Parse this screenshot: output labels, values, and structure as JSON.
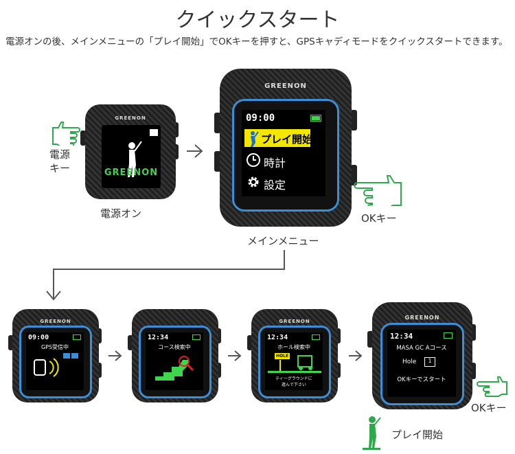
{
  "title": "クイックスタート",
  "intro": "電源オンの後、メインメニューの「プレイ開始」でOKキーを押すと、GPSキャディモードをクイックスタートできます。",
  "brand": "GREENON",
  "step_power": {
    "key_label_line1": "電源",
    "key_label_line2": "キー",
    "caption": "電源オン",
    "logo": "GREENON"
  },
  "step_menu": {
    "time": "09:00",
    "items": [
      {
        "label": "プレイ開始",
        "icon": "golfer-icon"
      },
      {
        "label": "時計",
        "icon": "clock-icon"
      },
      {
        "label": "設定",
        "icon": "gear-icon"
      }
    ],
    "caption": "メインメニュー",
    "ok_label": "OKキー"
  },
  "step_gps": {
    "time": "09:00",
    "status": "GPS受信中"
  },
  "step_course": {
    "time": "12:34",
    "status": "コース検索中"
  },
  "step_hole": {
    "time": "12:34",
    "status": "ホール検索中",
    "sign": "HOLE",
    "msg_line1": "ティーグラウンドに",
    "msg_line2": "進んで下さい"
  },
  "step_start": {
    "time": "12:34",
    "course": "MASA GC Aコース",
    "hole_label": "Hole",
    "hole_value": "1",
    "prompt": "OKキーでスタート",
    "ok_label": "OKキー",
    "play_label": "プレイ開始"
  },
  "colors": {
    "accent_blue": "#3b8fd6",
    "green": "#2ea84a",
    "yellow": "#f3e600"
  }
}
